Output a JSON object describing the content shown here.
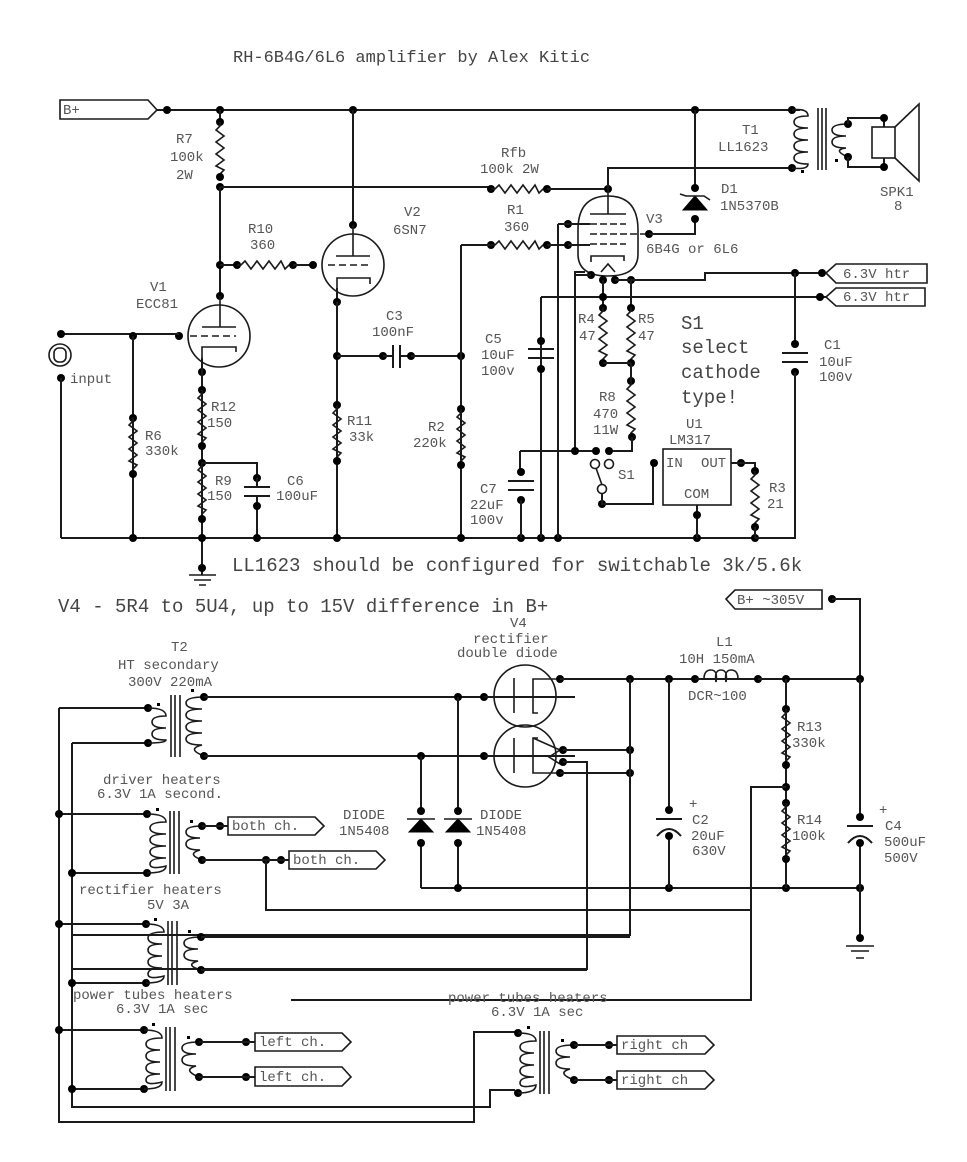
{
  "title": "RH-6B4G/6L6 amplifier by Alex Kitic",
  "notes": {
    "transformer_note": "LL1623 should be configured for switchable 3k/5.6k",
    "rectifier_note": "V4 - 5R4 to 5U4, up to 15V difference in B+",
    "s1_note": [
      "S1",
      "select",
      "cathode",
      "type!"
    ]
  },
  "nets": {
    "bplus_in": "B+",
    "bplus_out": "B+ ~305V",
    "htr1": "6.3V htr",
    "htr2": "6.3V htr",
    "both1": "both ch.",
    "both2": "both ch.",
    "left1": "left ch.",
    "left2": "left ch.",
    "right1": "right ch",
    "right2": "right ch",
    "input": "input"
  },
  "amp": {
    "R7": {
      "ref": "R7",
      "v1": "100k",
      "v2": "2W"
    },
    "R10": {
      "ref": "R10",
      "v1": "360"
    },
    "V1": {
      "ref": "V1",
      "v1": "ECC81"
    },
    "V2": {
      "ref": "V2",
      "v1": "6SN7"
    },
    "Rfb": {
      "ref": "Rfb",
      "v1": "100k 2W"
    },
    "R1": {
      "ref": "R1",
      "v1": "360"
    },
    "V3": {
      "ref": "V3",
      "v1": "6B4G or 6L6"
    },
    "D1": {
      "ref": "D1",
      "v1": "1N5370B"
    },
    "T1": {
      "ref": "T1",
      "v1": "LL1623"
    },
    "SPK1": {
      "ref": "SPK1",
      "v1": "8"
    },
    "C3": {
      "ref": "C3",
      "v1": "100nF"
    },
    "R6": {
      "ref": "R6",
      "v1": "330k"
    },
    "R12": {
      "ref": "R12",
      "v1": "150"
    },
    "R9": {
      "ref": "R9",
      "v1": "150"
    },
    "C6": {
      "ref": "C6",
      "v1": "100uF"
    },
    "R11": {
      "ref": "R11",
      "v1": "33k"
    },
    "R2": {
      "ref": "R2",
      "v1": "220k"
    },
    "C5": {
      "ref": "C5",
      "v1": "10uF",
      "v2": "100v"
    },
    "C7": {
      "ref": "C7",
      "v1": "22uF",
      "v2": "100v"
    },
    "R4": {
      "ref": "R4",
      "v1": "47"
    },
    "R5": {
      "ref": "R5",
      "v1": "47"
    },
    "R8": {
      "ref": "R8",
      "v1": "470",
      "v2": "11W"
    },
    "S1": {
      "ref": "S1"
    },
    "U1": {
      "ref": "U1",
      "v1": "LM317",
      "pin_in": "IN",
      "pin_out": "OUT",
      "pin_com": "COM"
    },
    "R3": {
      "ref": "R3",
      "v1": "21"
    },
    "C1": {
      "ref": "C1",
      "v1": "10uF",
      "v2": "100v"
    }
  },
  "psu": {
    "T2": {
      "ref": "T2",
      "v1": "HT secondary",
      "v2": "300V 220mA"
    },
    "driver_heaters": {
      "v1": "driver heaters",
      "v2": "6.3V 1A second."
    },
    "rect_heaters": {
      "v1": "rectifier heaters",
      "v2": "5V 3A"
    },
    "power_heaters_l": {
      "v1": "power tubes heaters",
      "v2": "6.3V 1A sec"
    },
    "power_heaters_r": {
      "v1": "power tubes heaters",
      "v2": "6.3V 1A sec"
    },
    "V4": {
      "ref": "V4",
      "v1": "rectifier",
      "v2": "double diode"
    },
    "D2": {
      "ref": "DIODE",
      "v1": "1N5408"
    },
    "D3": {
      "ref": "DIODE",
      "v1": "1N5408"
    },
    "L1": {
      "ref": "L1",
      "v1": "10H 150mA",
      "v2": "DCR~100"
    },
    "C2": {
      "plus": "+",
      "ref": "C2",
      "v1": "20uF",
      "v2": "630V"
    },
    "R13": {
      "ref": "R13",
      "v1": "330k"
    },
    "R14": {
      "ref": "R14",
      "v1": "100k"
    },
    "C4": {
      "plus": "+",
      "ref": "C4",
      "v1": "500uF",
      "v2": "500V"
    }
  }
}
